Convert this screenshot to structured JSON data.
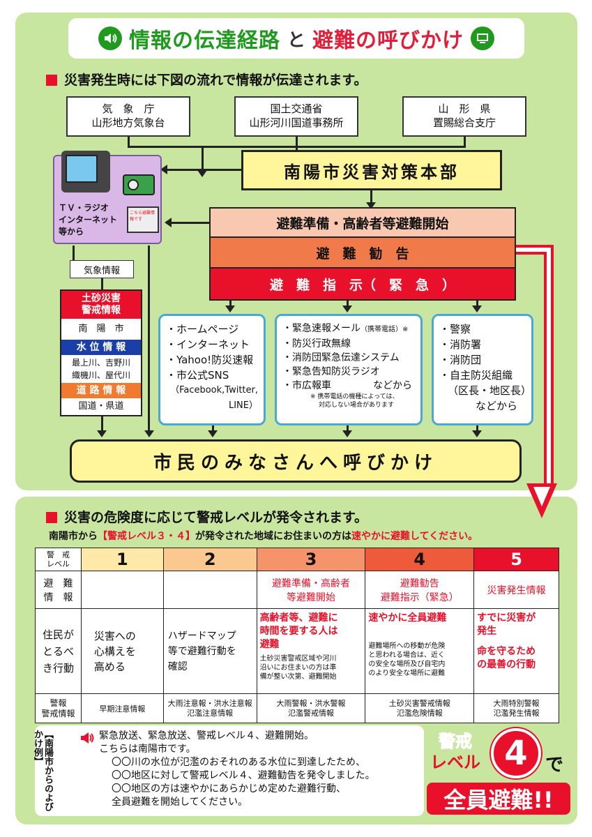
{
  "header": {
    "title_part1": "情報の伝達経路",
    "title_part2": "と",
    "title_part3": "避難の呼びかけ"
  },
  "section1": {
    "heading": "災害発生時には下図の流れで情報が伝達されます。"
  },
  "sources": [
    {
      "line1": "気　象　庁",
      "line2": "山形地方気象台"
    },
    {
      "line1": "国土交通省",
      "line2": "山形河川国道事務所"
    },
    {
      "line1": "山　形　県",
      "line2": "置賜総合支庁"
    }
  ],
  "media": {
    "label": "ＴＶ・ラジオ\nインターネット\n等から",
    "screen_text": "こちら避難情報です"
  },
  "hq": {
    "label": "南陽市災害対策本部"
  },
  "levels": {
    "l3": "避難準備・高齢者等避難開始",
    "l4": "避　難　勧　告",
    "l5": "避　難　指　示（　緊　急　）"
  },
  "weather_label": "気象情報",
  "info_panel": {
    "h1": "土砂災害\n警戒情報",
    "v1": "南　陽　市",
    "h2": "水 位 情 報",
    "v2": "最上川、吉野川\n織機川、屋代川",
    "h3": "道 路 情 報",
    "v3": "国道・県道"
  },
  "channels": {
    "c1": [
      "・ホームページ",
      "・インターネット",
      "・Yahoo!防災速報",
      "・市公式SNS",
      "（Facebook,Twitter,",
      "LINE）"
    ],
    "c2": [
      "・緊急速報メール",
      "（携帯電話）※",
      "・防災行政無線",
      "・消防団緊急伝達システム",
      "・緊急告知防災ラジオ",
      "・市広報車",
      "などから",
      "※ 携帯電話の機種によっては、",
      "対応しない場合があります"
    ],
    "c3": [
      "・警察",
      "・消防署",
      "・消防団",
      "・自主防災組織",
      "（区長・地区長）",
      "などから"
    ]
  },
  "citizens": {
    "label": "市民のみなさんへ呼びかけ"
  },
  "section2": {
    "heading": "災害の危険度に応じて警戒レベルが発令されます。",
    "note_pre": "南陽市から",
    "note_em": "【警戒レベル３・４】",
    "note_mid": "が発令された地域にお住まいの方は",
    "note_red": "速やかに避難してください。"
  },
  "table": {
    "corner": "警　戒\nレベル",
    "levels": [
      "1",
      "2",
      "3",
      "4",
      "5"
    ],
    "row1_head": "避　難\n情　報",
    "row1": [
      "",
      "",
      "避難準備・高齢者\n等避難開始",
      "避難勧告\n避難指示（緊急）",
      "災害発生情報"
    ],
    "row2_head": "住民が\nとるべ\nき行動",
    "row2": [
      "災害への\n心構えを\n高める",
      "ハザードマップ\n等で避難行動を\n確認",
      "高齢者等、避難に\n時間を要する人は\n避難",
      "速やかに全員避難",
      "すでに災害が\n発生"
    ],
    "row2_sub": [
      "",
      "",
      "土砂災害警戒区域や河川\n沿いにお住まいの方は準\n備が整い次第、避難開始",
      "避難場所への移動が危険\nと思われる場合は、近く\nの安全な場所及び自宅内\nのより安全な場所に避難",
      "命を守るため\nの最善の行動"
    ],
    "row3_head": "警報\n警戒情報",
    "row3": [
      "早期注意情報",
      "大雨注意報・洪水注意報\n氾濫注意情報",
      "大雨警報・洪水警報\n氾濫警戒情報",
      "土砂災害警戒情報\n氾濫危険情報",
      "大雨特別警報\n氾濫発生情報"
    ]
  },
  "example": {
    "side_label": "【南陽市からのよびかけ例】",
    "lines": [
      "緊急放送、緊急放送、警戒レベル４、避難開始。",
      "こちらは南陽市です。",
      "〇〇川の水位が氾濫のおそれのある水位に到達したため、",
      "〇〇地区に対して警戒レベル４、避難勧告を発令しました。",
      "〇〇地区の方は速やかにあらかじめ定めた避難行動、",
      "全員避難を開始してください。"
    ]
  },
  "badge": {
    "line1": "警戒",
    "line2": "レベル",
    "num": "4",
    "de": "で",
    "big": "全員避難!!"
  },
  "colors": {
    "green": "#1f9a1f",
    "red": "#e8102a",
    "hq_yellow": "#fff59a",
    "l3": "#f8c8b0",
    "l4": "#f07a4a",
    "l5": "#e8102a",
    "lv1": "#ffe9a8",
    "lv2": "#fbc890",
    "lv3": "#f5946a",
    "lv4": "#ee5a3a",
    "lv5": "#e8102a"
  }
}
